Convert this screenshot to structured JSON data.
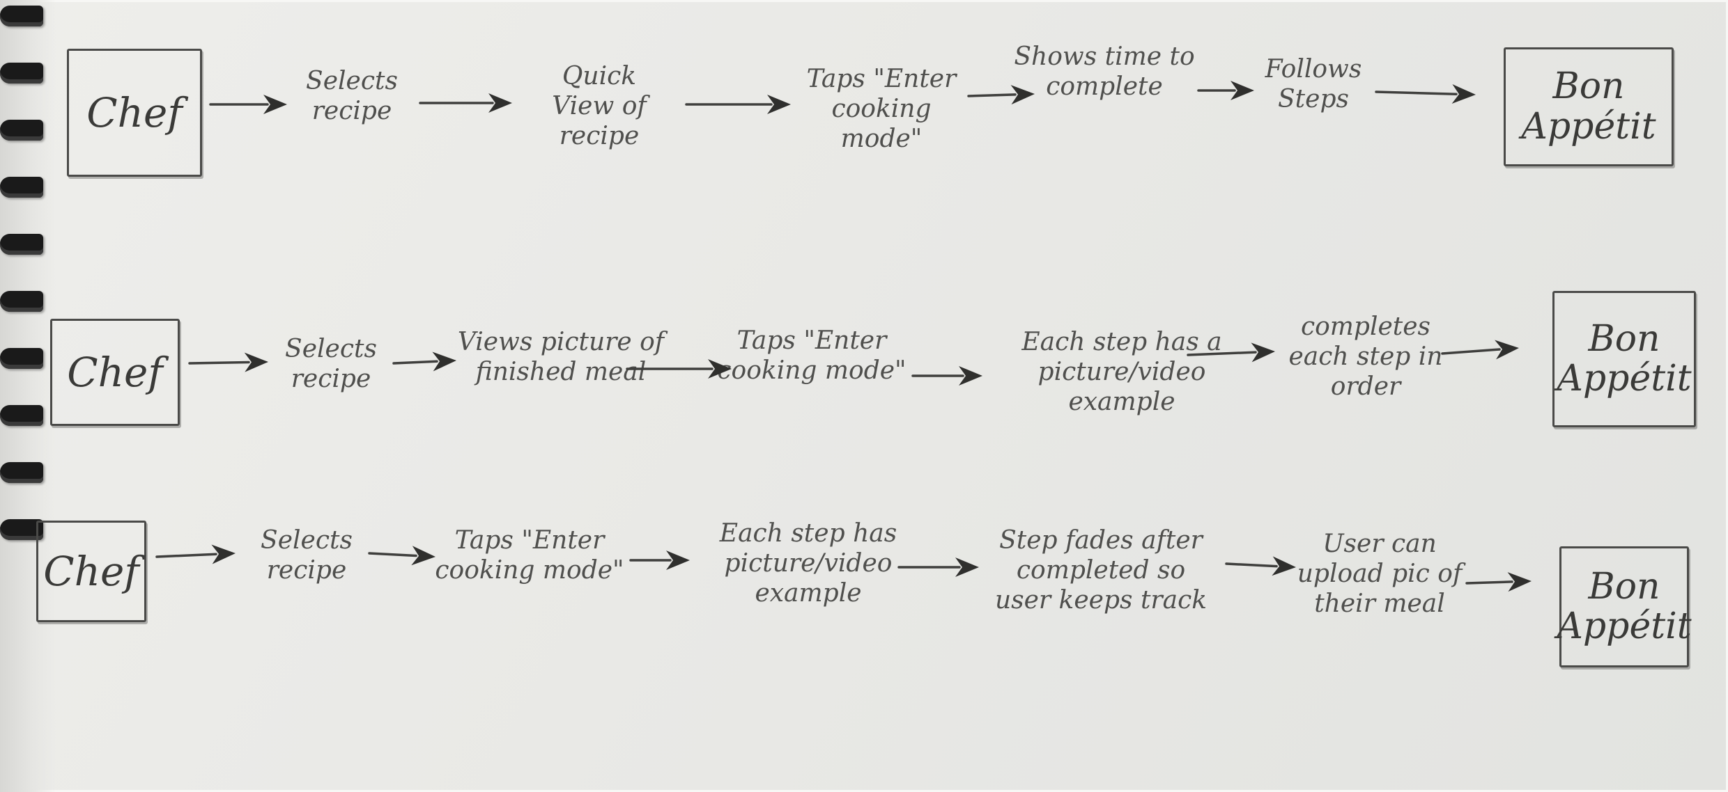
{
  "rows": [
    {
      "start": "Chef",
      "steps": [
        "Selects recipe",
        "Quick View of recipe",
        "Taps \"Enter cooking mode\"",
        "Shows time to complete",
        "Follows Steps"
      ],
      "end": [
        "Bon",
        "Appétit"
      ]
    },
    {
      "start": "Chef",
      "steps": [
        "Selects recipe",
        "Views picture of finished meal",
        "Taps \"Enter cooking mode\"",
        "Each step has a picture/video example",
        "completes each step in order"
      ],
      "end": [
        "Bon",
        "Appétit"
      ]
    },
    {
      "start": "Chef",
      "steps": [
        "Selects recipe",
        "Taps \"Enter cooking mode\"",
        "Each step has picture/video example",
        "Step fades after completed so user keeps track",
        "User can upload pic of their meal"
      ],
      "end": [
        "Bon",
        "Appétit"
      ]
    }
  ],
  "colors": {
    "paper": "#e9e9e6",
    "pencil": "#3f3f3d",
    "binding": "#1a1a1a"
  }
}
